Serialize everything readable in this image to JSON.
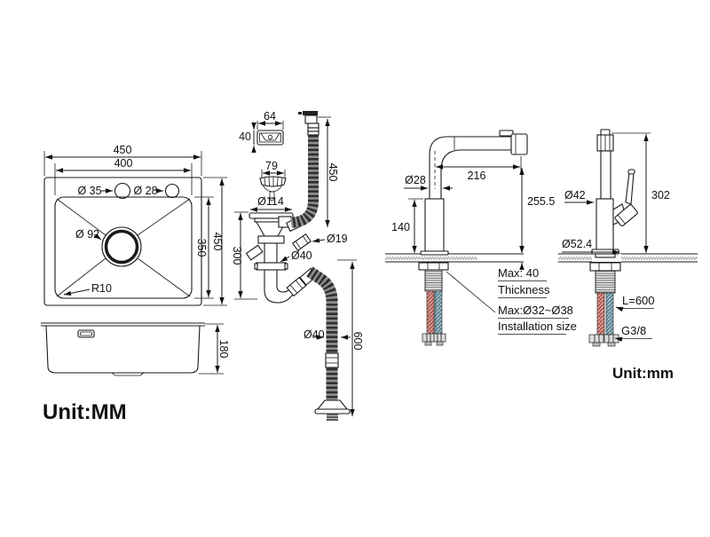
{
  "units": {
    "left": "Unit:MM",
    "right": "Unit:mm"
  },
  "sink_top_view": {
    "outer_width": "450",
    "inner_width": "400",
    "faucet_hole_dia": "Ø 35",
    "accessory_hole_dia": "Ø 28",
    "drain_hole_dia": "Ø 92",
    "corner_radius": "R10",
    "inner_depth": "350",
    "outer_depth": "450"
  },
  "sink_side_view": {
    "bowl_depth": "180"
  },
  "drain_kit": {
    "stopper_width": "64",
    "stopper_height": "40",
    "basket_width": "79",
    "flange_dia": "Ø114",
    "assembly_height": "300",
    "overflow_pipe_dia": "Ø19",
    "tailpipe_dia": "Ø40",
    "overflow_hose_length": "450",
    "drain_hose_dia": "Ø40",
    "drain_hose_length": "600"
  },
  "faucet_pullout": {
    "spout_dia": "Ø28",
    "spout_reach": "216",
    "total_height": "255.5",
    "body_height": "140",
    "notes": [
      {
        "line1": "Max: 40",
        "line2": "Thickness"
      },
      {
        "line1": "Max:Ø32~Ø38",
        "line2": "Installation size"
      }
    ]
  },
  "faucet_tall": {
    "body_dia": "Ø42",
    "total_height": "302",
    "base_dia": "Ø52.4",
    "hose_length": "L=600",
    "thread_size": "G3/8"
  },
  "colors": {
    "line": "#1a1a1a",
    "hot_hose": "#b0544c",
    "cold_hose": "#55808f",
    "hose_band_dark": "#2e2e2e",
    "hose_band_light": "#8f8f8f"
  }
}
